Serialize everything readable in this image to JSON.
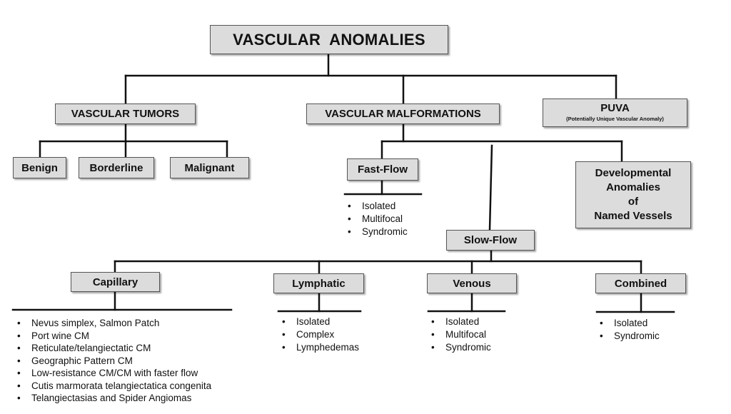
{
  "root": {
    "label": "VASCULAR  ANOMALIES"
  },
  "categories": {
    "tumors": {
      "label": "VASCULAR TUMORS"
    },
    "malformations": {
      "label": "VASCULAR MALFORMATIONS"
    },
    "puva": {
      "label": "PUVA",
      "sublabel": "(Potentially Unique Vascular Anomaly)"
    }
  },
  "tumor_types": [
    "Benign",
    "Borderline",
    "Malignant"
  ],
  "fast_flow": {
    "label": "Fast-Flow",
    "items": [
      "Isolated",
      "Multifocal",
      "Syndromic"
    ]
  },
  "developmental": {
    "lines": [
      "Developmental",
      "Anomalies",
      "of",
      "Named Vessels"
    ]
  },
  "slow_flow": {
    "label": "Slow-Flow"
  },
  "capillary": {
    "label": "Capillary",
    "items": [
      "Nevus simplex, Salmon Patch",
      "Port wine CM",
      "Reticulate/telangiectatic CM",
      "Geographic Pattern CM",
      "Low-resistance CM/CM with faster flow",
      "Cutis marmorata telangiectatica congenita",
      "Telangiectasias and Spider Angiomas"
    ]
  },
  "lymphatic": {
    "label": "Lymphatic",
    "items": [
      "Isolated",
      "Complex",
      "Lymphedemas"
    ]
  },
  "venous": {
    "label": "Venous",
    "items": [
      "Isolated",
      "Multifocal",
      "Syndromic"
    ]
  },
  "combined": {
    "label": "Combined",
    "items": [
      "Isolated",
      "Syndromic"
    ]
  }
}
